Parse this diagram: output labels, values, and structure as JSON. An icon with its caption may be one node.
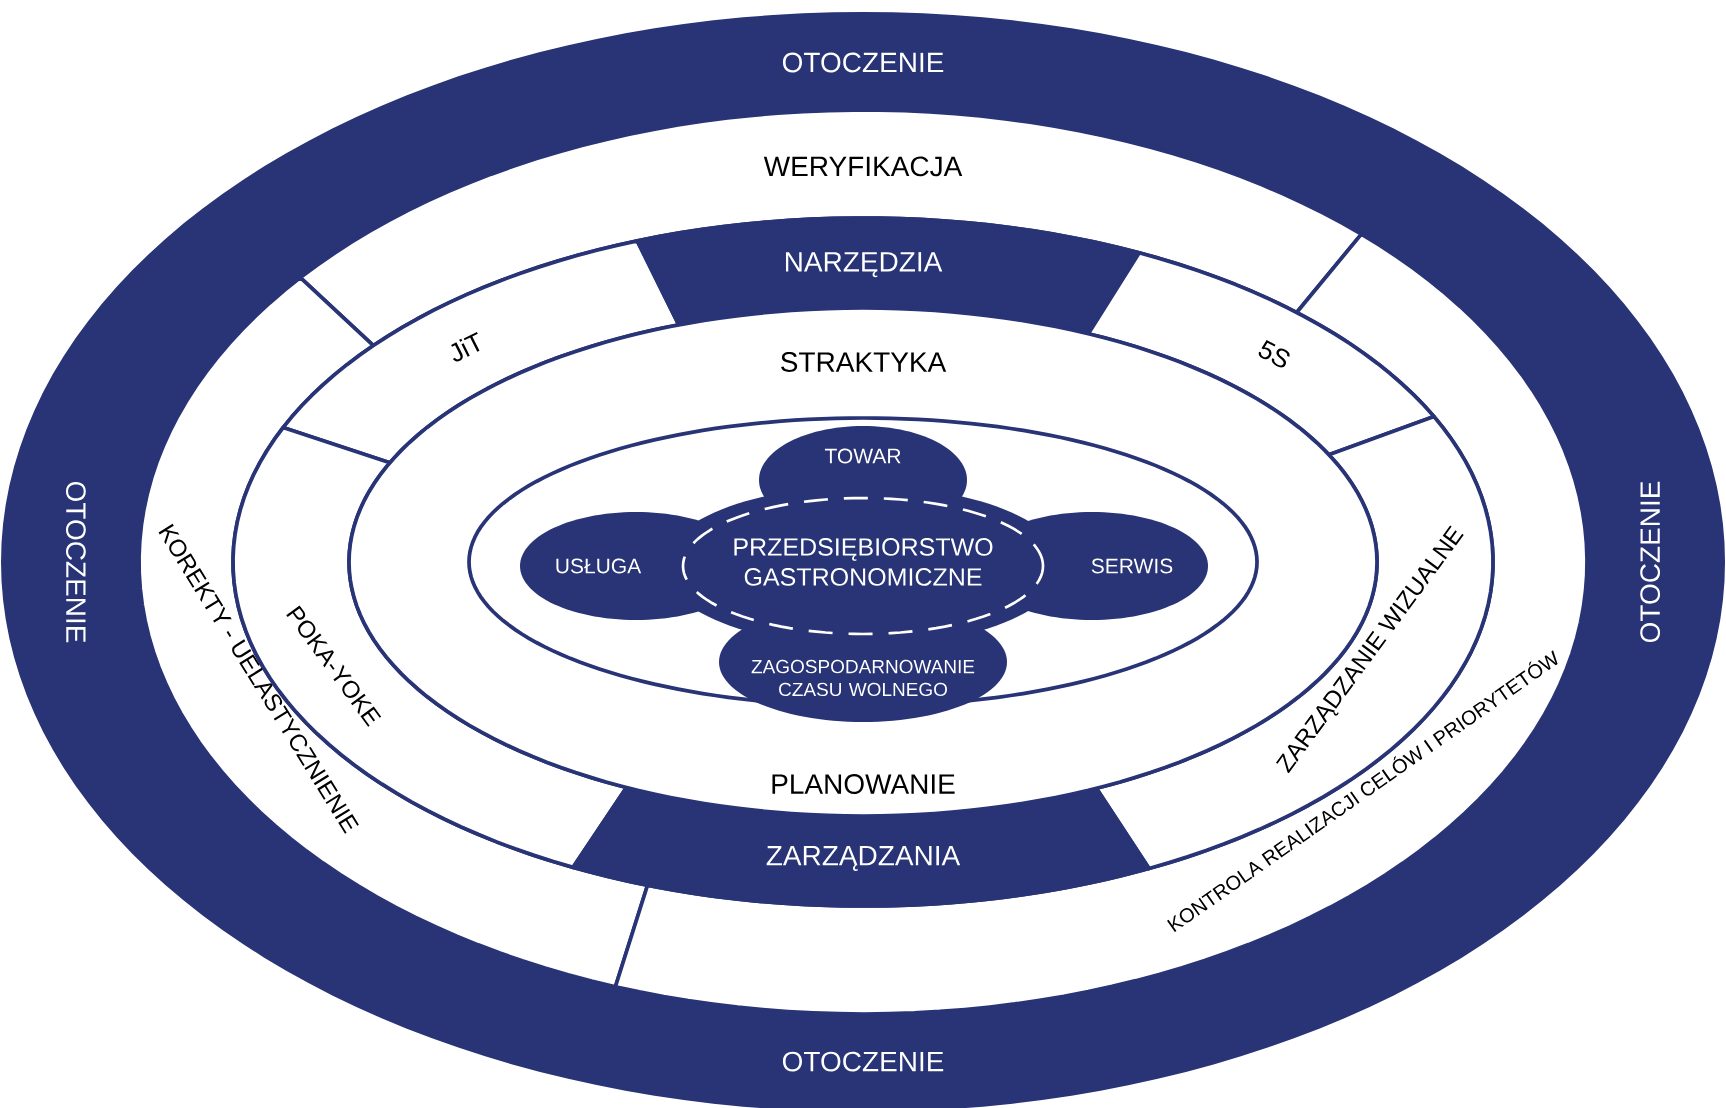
{
  "diagram": {
    "nodes": [
      {
        "text": [
          "OTOCZENIE",
          "OTOCZENIE",
          "OTOCZENIE",
          "OTOCZENIE"
        ]
      },
      {
        "text": [
          "WERYFIKACJA"
        ],
        "in": 0
      },
      {
        "text": [
          "KOREKTY - UELASTYCZNIENIE"
        ],
        "in": 0
      },
      {
        "text": [
          "KONTROLA REALIZACJI CELÓW I PRIORYTETÓW"
        ],
        "in": 0
      },
      {
        "text": [
          "JiT"
        ],
        "in": 0
      },
      {
        "text": [
          "NARZĘDZIA"
        ],
        "in": 0
      },
      {
        "text": [
          "5S"
        ],
        "in": 0
      },
      {
        "text": [
          "POKA-YOKE"
        ],
        "in": 0
      },
      {
        "text": [
          "ZARZĄDZANIE WIZUALNE"
        ],
        "in": 0
      },
      {
        "text": [
          "ZARZĄDZANIA"
        ],
        "in": 0
      },
      {
        "text": [
          "STRAKTYKA",
          "PLANOWANIE"
        ],
        "in": 0
      },
      {
        "text": [
          "TOWAR"
        ],
        "in": 10
      },
      {
        "text": [
          "USŁUGA"
        ],
        "in": 10
      },
      {
        "text": [
          "PRZEDSIĘBIORSTWO GASTRONOMICZNE"
        ],
        "in": 10
      },
      {
        "text": [
          "SERWIS"
        ],
        "in": 10
      },
      {
        "text": [
          "ZAGOSPODARNOWANIE CZASU WOLNEGO"
        ],
        "in": 10
      }
    ]
  }
}
